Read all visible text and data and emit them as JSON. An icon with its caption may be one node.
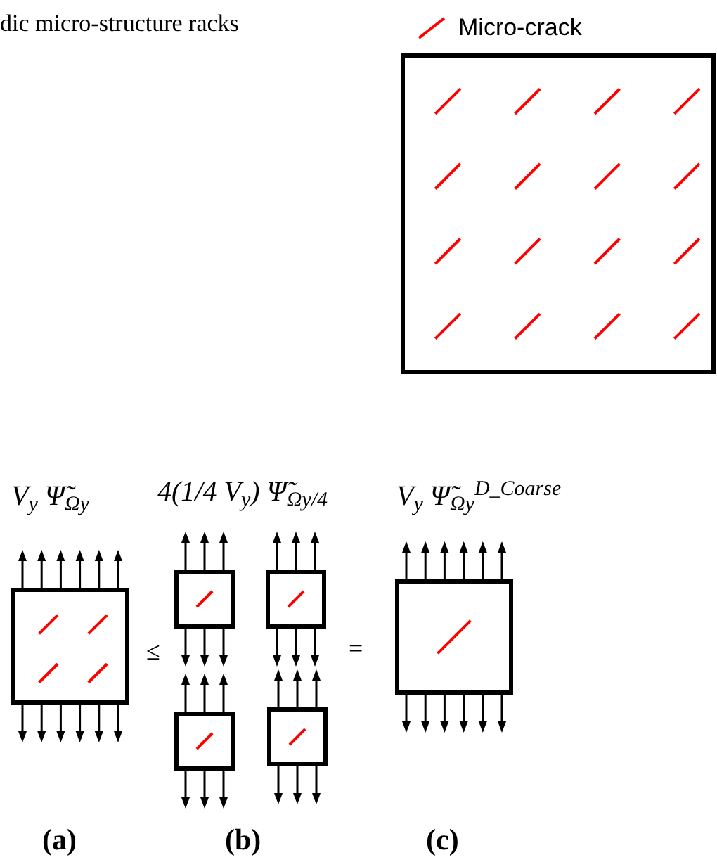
{
  "diagram": {
    "nodes": [
      {
        "text": [],
        "shape": "box"
      },
      {
        "text": [],
        "shape": "box"
      },
      {
        "text": [],
        "shape": "box"
      },
      {
        "text": [],
        "shape": "box"
      },
      {
        "text": [],
        "shape": "box"
      },
      {
        "text": [],
        "shape": "box"
      },
      {
        "text": [],
        "shape": "box"
      }
    ],
    "edges": [],
    "labels": [
      "dic micro-structure racks",
      "V$_{y}$ Ψ̃$_{Ωy}$",
      "4(1/4 V$_{y}$) Ψ̃$_{Ωy/4}$",
      "V$_{y}$ Ψ̃$_{Ωy}$$^{D_Coarse}$",
      "≤",
      "=",
      "(a)",
      "(b)",
      "(c)"
    ],
    "legend": [
      {
        "text": "Micro-crack"
      }
    ]
  }
}
